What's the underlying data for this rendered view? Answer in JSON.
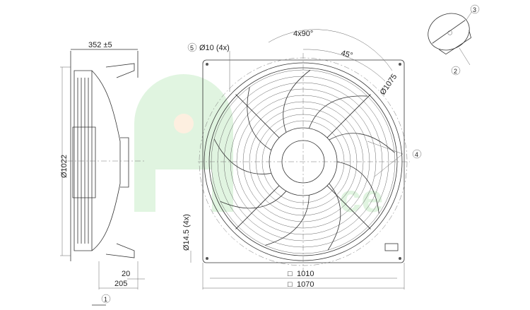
{
  "side_view": {
    "depth_label": "352 ±5",
    "diameter_label": "Ø1022",
    "offset_small_label": "20",
    "offset_large_label": "205",
    "callout_1": "1"
  },
  "front_view": {
    "hole_callout": "5",
    "hole_label": "Ø10 (4x)",
    "angle_total_label": "4x90°",
    "angle_label": "45°",
    "bolt_circle_label": "Ø1075",
    "callout_4": "4",
    "mount_hole_label": "Ø14.5 (4x)",
    "inner_square_label": "1010",
    "outer_square_label": "1070",
    "square_symbol": "□"
  },
  "detail_view": {
    "callout_3": "3",
    "callout_2": "2"
  },
  "colors": {
    "line": "#333333",
    "watermark": "#c8ecc8",
    "watermark_sun": "#fde3c8"
  }
}
